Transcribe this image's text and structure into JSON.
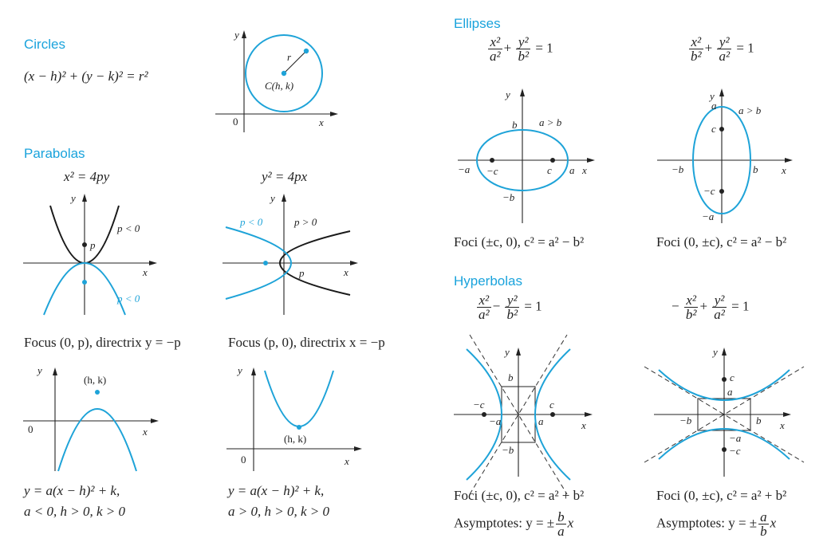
{
  "sections": {
    "circles": "Circles",
    "parabolas": "Parabolas",
    "ellipses": "Ellipses",
    "hyperbolas": "Hyperbolas"
  },
  "circle": {
    "equation": "(x − h)² + (y − k)² = r²",
    "labels": {
      "center": "C(h, k)",
      "r": "r",
      "x": "x",
      "y": "y",
      "origin": "0"
    }
  },
  "parabola_up": {
    "equation": "x² = 4py",
    "labels": {
      "p": "p",
      "p_lt": "p < 0",
      "p_lt2": "p < 0",
      "x": "x",
      "y": "y"
    },
    "caption": "Focus (0, p), directrix y = −p"
  },
  "parabola_side": {
    "equation": "y² = 4px",
    "labels": {
      "p_lt": "p < 0",
      "p_gt": "p > 0",
      "p": "p",
      "x": "x",
      "y": "y"
    },
    "caption": "Focus (p, 0), directrix x = −p"
  },
  "vertex_down": {
    "labels": {
      "hk": "(h, k)",
      "x": "x",
      "y": "y",
      "origin": "0"
    },
    "line1": "y = a(x − h)² + k,",
    "line2": "a < 0,   h > 0,   k > 0"
  },
  "vertex_up": {
    "labels": {
      "hk": "(h, k)",
      "x": "x",
      "y": "y",
      "origin": "0"
    },
    "line1": "y = a(x − h)² + k,",
    "line2": "a > 0,   h > 0,   k > 0"
  },
  "ellipse_h": {
    "eq_n1": "x²",
    "eq_d1": "a²",
    "eq_n2": "y²",
    "eq_d2": "b²",
    "eq_rhs": "= 1",
    "labels": {
      "b": "b",
      "ab": "a > b",
      "na": "−a",
      "nc": "−c",
      "c": "c",
      "a": "a",
      "x": "x",
      "y": "y",
      "nb": "−b"
    },
    "caption": "Foci (±c, 0), c² = a² − b²"
  },
  "ellipse_v": {
    "eq_n1": "x²",
    "eq_d1": "b²",
    "eq_n2": "y²",
    "eq_d2": "a²",
    "eq_rhs": "= 1",
    "labels": {
      "a": "a",
      "ab": "a > b",
      "c": "c",
      "nb": "−b",
      "b": "b",
      "x": "x",
      "y": "y",
      "nc": "−c",
      "na": "−a"
    },
    "caption": "Foci (0, ±c), c² = a² − b²"
  },
  "hyper_h": {
    "eq_n1": "x²",
    "eq_d1": "a²",
    "eq_op": "−",
    "eq_n2": "y²",
    "eq_d2": "b²",
    "eq_rhs": "= 1",
    "labels": {
      "y": "y",
      "b": "b",
      "nc": "−c",
      "c": "c",
      "na": "−a",
      "a": "a",
      "x": "x",
      "nb": "−b"
    },
    "caption": "Foci (±c, 0), c² = a² + b²",
    "asym_pre": "Asymptotes: y = ±",
    "asym_n": "b",
    "asym_d": "a",
    "asym_post": "x"
  },
  "hyper_v": {
    "eq_pre": "−",
    "eq_n1": "x²",
    "eq_d1": "b²",
    "eq_op": "+",
    "eq_n2": "y²",
    "eq_d2": "a²",
    "eq_rhs": "= 1",
    "labels": {
      "y": "y",
      "c": "c",
      "a": "a",
      "nb": "−b",
      "b": "b",
      "x": "x",
      "na": "−a",
      "nc": "−c"
    },
    "caption": "Foci (0, ±c), c² = a² + b²",
    "asym_pre": "Asymptotes: y = ±",
    "asym_n": "a",
    "asym_d": "b",
    "asym_post": "x"
  },
  "colors": {
    "accent": "#1aa3dc",
    "ink": "#222222"
  }
}
